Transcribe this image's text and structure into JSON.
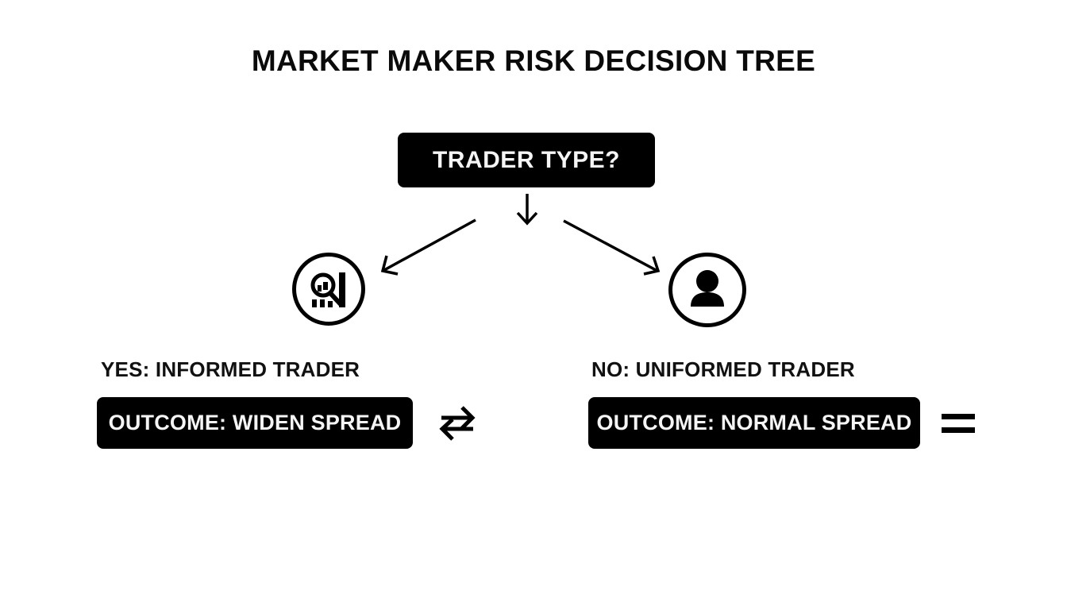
{
  "title": "MARKET MAKER RISK DECISION TREE",
  "root": {
    "label": "TRADER TYPE?"
  },
  "branches": [
    {
      "label": "YES: INFORMED TRADER",
      "icon": "magnifier-chart-icon",
      "outcome": "OUTCOME: WIDEN SPREAD",
      "outcome_icon": "swap-arrows-icon"
    },
    {
      "label": "NO: UNIFORMED TRADER",
      "icon": "user-icon",
      "outcome": "OUTCOME: NORMAL SPREAD",
      "outcome_icon": "equals-icon"
    }
  ],
  "colors": {
    "box": "#000000",
    "box_text": "#f5f5f5",
    "background": "#ffffff"
  }
}
